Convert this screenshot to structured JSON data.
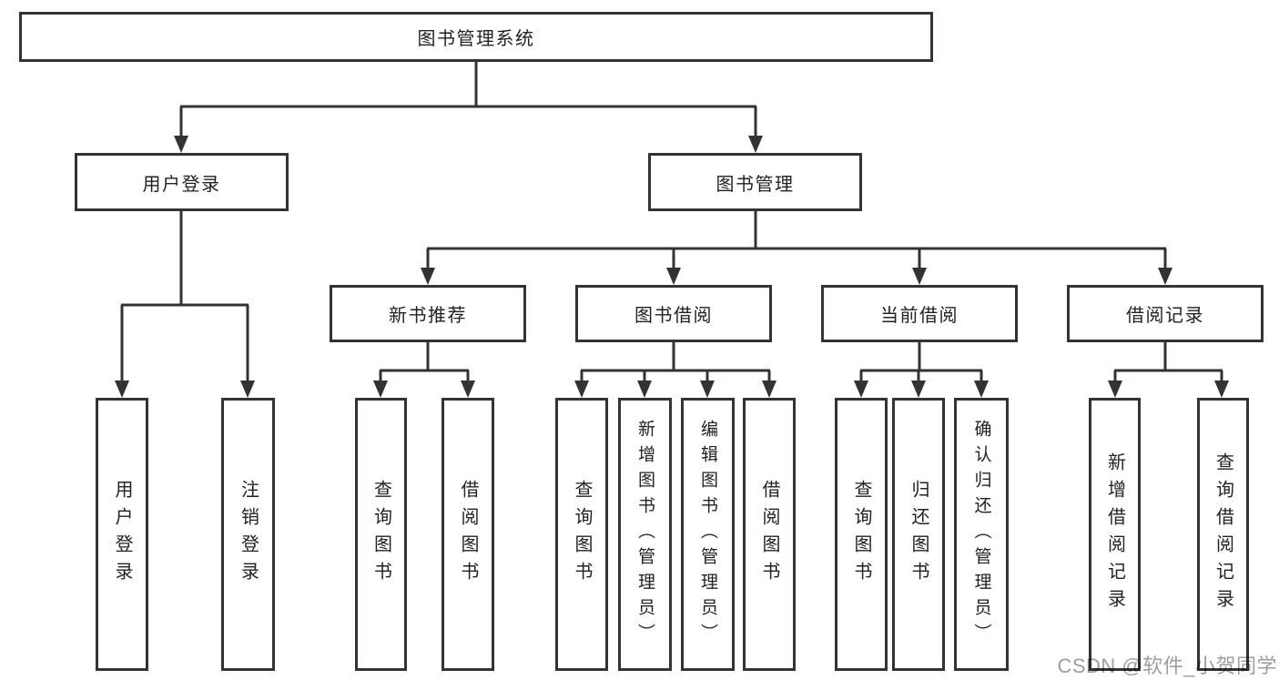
{
  "diagram": {
    "watermark": "CSDN @软件_小贺同学",
    "colors": {
      "line": "#333333",
      "text": "#222222",
      "box_background": "#ffffff",
      "watermark_text": "#9e9e9e"
    },
    "tree": {
      "root": "图书管理系统",
      "branches": [
        {
          "label": "用户登录",
          "children": [
            "用户登录",
            "注销登录"
          ]
        },
        {
          "label": "图书管理",
          "groups": [
            {
              "label": "新书推荐",
              "children": [
                "查询图书",
                "借阅图书"
              ]
            },
            {
              "label": "图书借阅",
              "children": [
                "查询图书",
                "新增图书（管理员）",
                "编辑图书（管理员）",
                "借阅图书"
              ]
            },
            {
              "label": "当前借阅",
              "children": [
                "查询图书",
                "归还图书",
                "确认归还（管理员）"
              ]
            },
            {
              "label": "借阅记录",
              "children": [
                "新增借阅记录",
                "查询借阅记录"
              ]
            }
          ]
        }
      ]
    }
  }
}
